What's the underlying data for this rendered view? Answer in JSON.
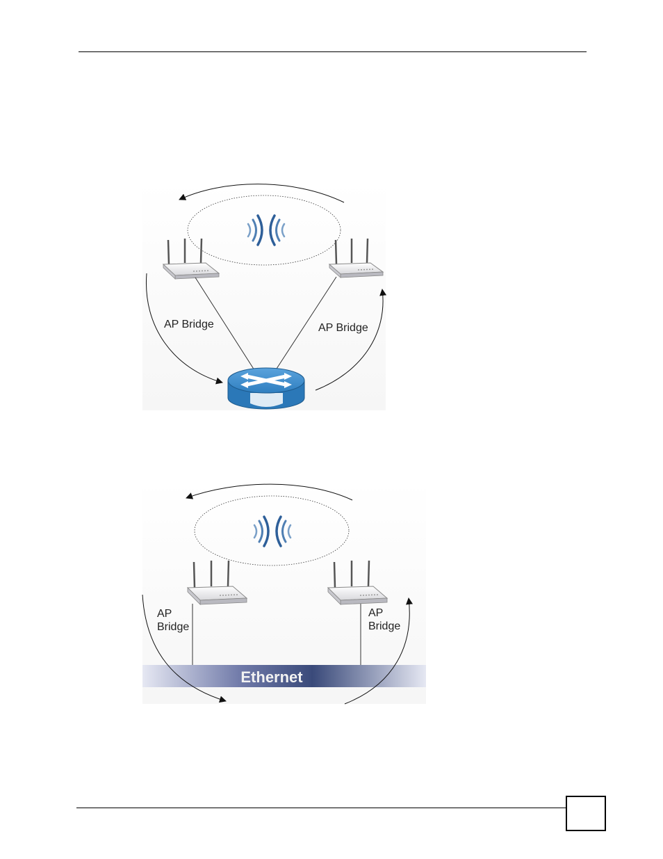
{
  "figure1": {
    "label_left": "AP Bridge",
    "label_right": "AP Bridge"
  },
  "figure2": {
    "label_left_line1": "AP",
    "label_left_line2": "Bridge",
    "label_right_line1": "AP",
    "label_right_line2": "Bridge",
    "ethernet_label": "Ethernet"
  },
  "footer": {
    "page_number": ""
  },
  "colors": {
    "switch_blue": "#2f7fc0",
    "ethernet_dark": "#3a4a7a",
    "ethernet_light": "#c9cde6"
  }
}
